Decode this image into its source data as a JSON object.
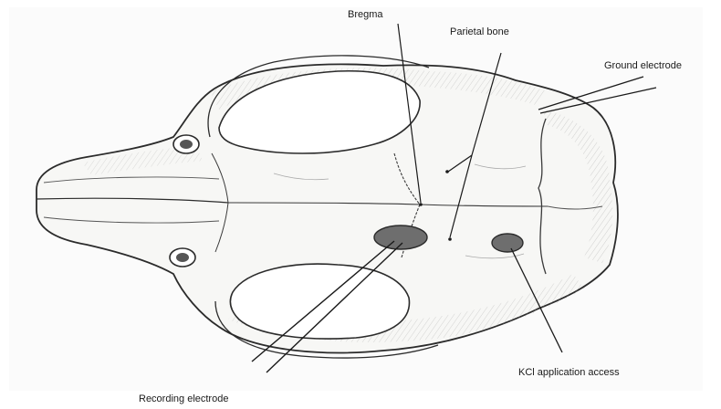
{
  "labels": {
    "bregma": "Bregma",
    "parietal_bone": "Parietal bone",
    "ground_electrode": "Ground electrode",
    "kcl_access": "KCl application access",
    "recording_electrode": "Recording electrode"
  },
  "colors": {
    "bone_stroke": "#2b2b2b",
    "bone_fill": "#f7f7f5",
    "opening_fill": "#ffffff",
    "hatch": "#8a8a8a",
    "marker_fill": "#6e6e6e",
    "leader_line": "#1a1a1a"
  }
}
